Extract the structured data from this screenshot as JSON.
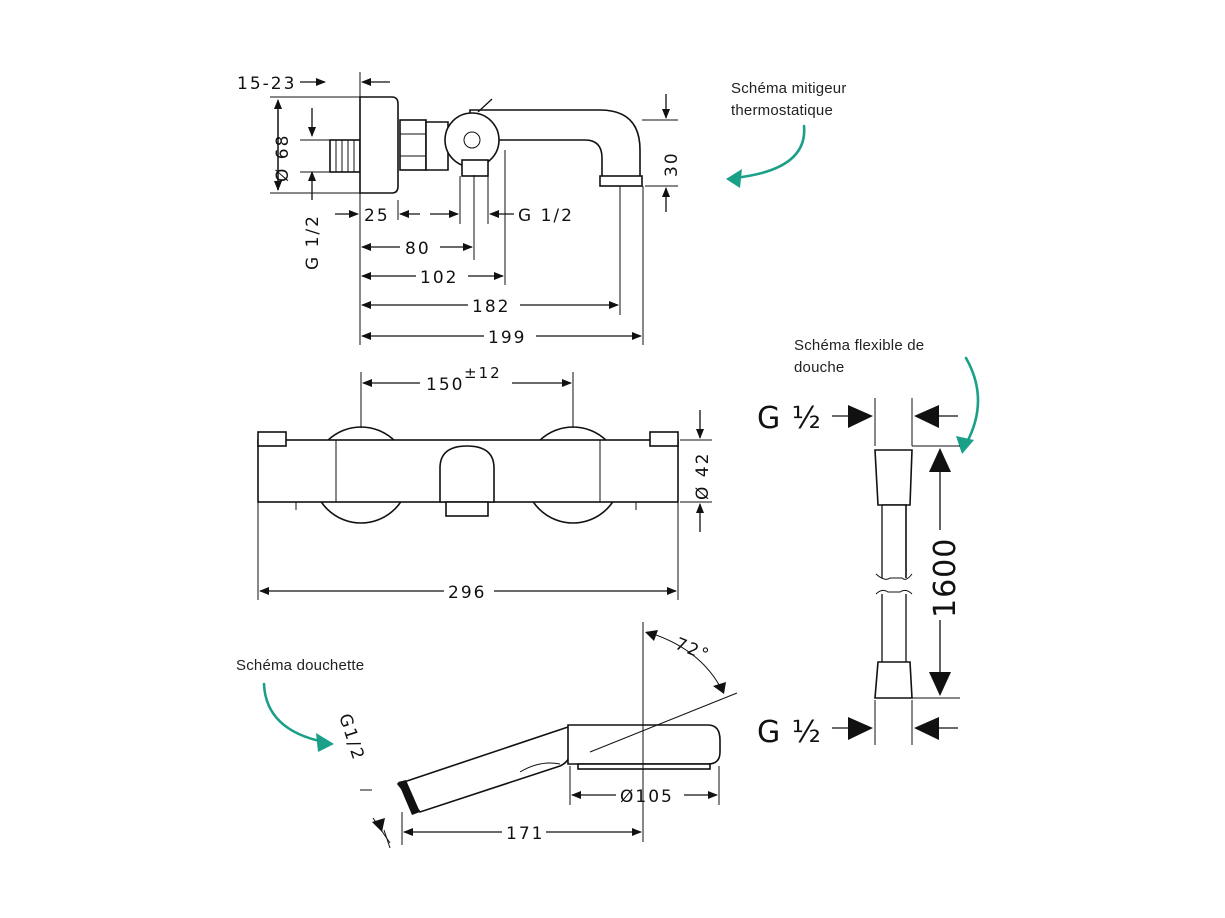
{
  "colors": {
    "line": "#111111",
    "accent_arrow": "#1aa088",
    "background": "#ffffff"
  },
  "mixer_side": {
    "caption_line1": "Schéma mitigeur",
    "caption_line2": "thermostatique",
    "dims": {
      "d15_23": "15-23",
      "d68": "Ø 68",
      "g12_vertical": "G 1/2",
      "d25": "25",
      "g12_horizontal": "G 1/2",
      "d30": "30",
      "d80": "80",
      "d102": "102",
      "d182": "182",
      "d199": "199"
    }
  },
  "mixer_front": {
    "dims": {
      "d150": "150",
      "d150_tol": "±12",
      "d42": "Ø 42",
      "d296": "296"
    }
  },
  "hose": {
    "caption_line1": "Schéma flexible de",
    "caption_line2": "douche",
    "dims": {
      "g_top": "G ½",
      "length": "1600",
      "g_bottom": "G ½"
    }
  },
  "hand_shower": {
    "caption": "Schéma douchette",
    "dims": {
      "g12": "G1/2",
      "angle": "72°",
      "d105": "Ø105",
      "d171": "171"
    }
  }
}
